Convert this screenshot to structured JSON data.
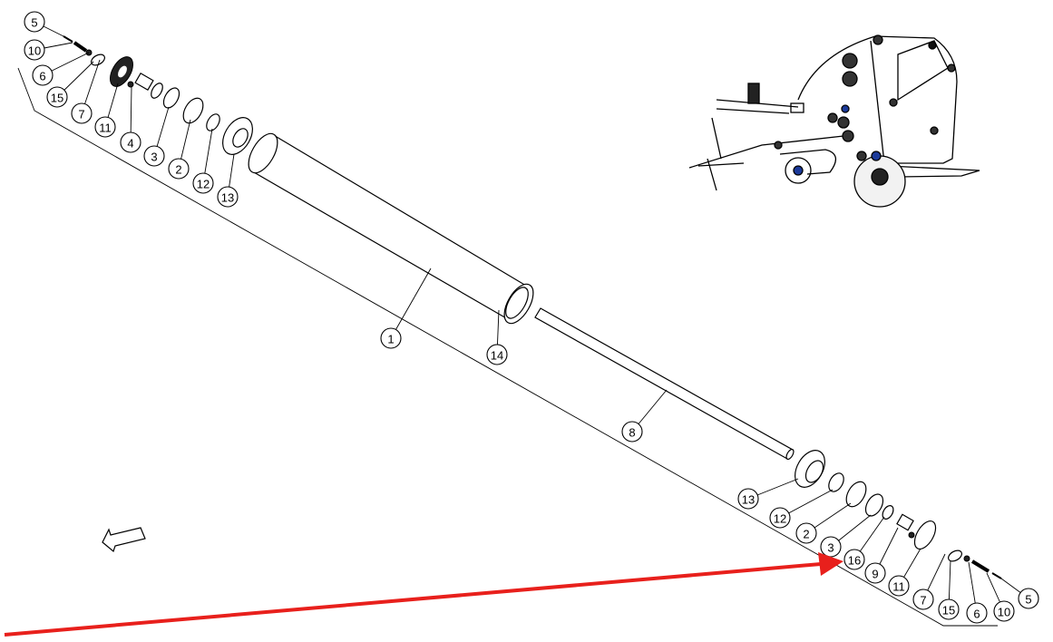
{
  "diagram": {
    "title": "Roller assembly exploded view",
    "left_end_callouts": [
      "5",
      "10",
      "6",
      "15",
      "7",
      "11",
      "4",
      "3",
      "2",
      "12",
      "13"
    ],
    "center_callouts": [
      "1",
      "14",
      "8"
    ],
    "right_end_callouts": [
      "13",
      "12",
      "2",
      "3",
      "16",
      "9",
      "11",
      "7",
      "15",
      "6",
      "10",
      "5"
    ],
    "highlighted_callout": "16",
    "highlight_color": "#e8201c"
  }
}
